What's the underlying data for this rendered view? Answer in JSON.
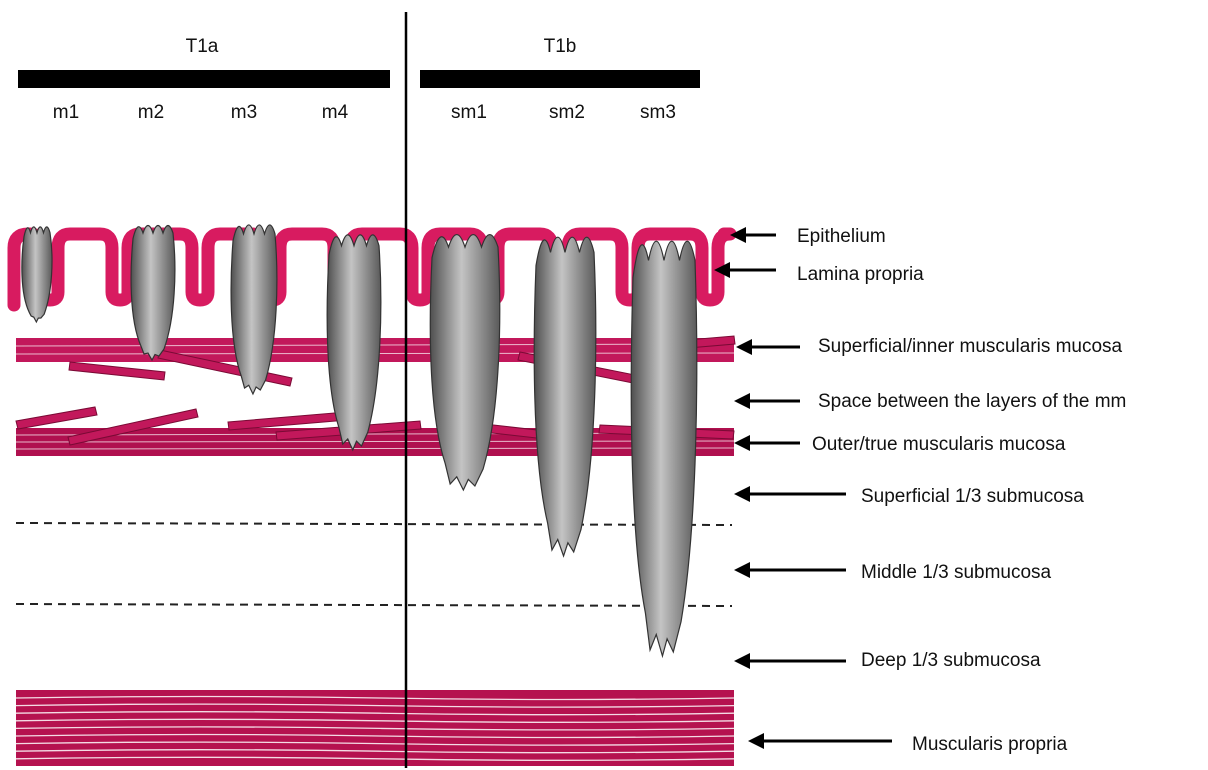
{
  "stages": [
    {
      "name": "T1a",
      "sublevels": [
        "m1",
        "m2",
        "m3",
        "m4"
      ]
    },
    {
      "name": "T1b",
      "sublevels": [
        "sm1",
        "sm2",
        "sm3"
      ]
    }
  ],
  "layers": [
    "Epithelium",
    "Lamina propria",
    "Superficial/inner muscularis mucosa",
    "Space between the layers of the mm",
    "Outer/true muscularis mucosa",
    "Superficial 1/3 submucosa",
    "Middle 1/3 submucosa",
    "Deep 1/3 submucosa",
    "Muscularis propria"
  ],
  "colors": {
    "mucosa": "#d81b60",
    "muscle_dark": "#b0104f",
    "propria": "#b5124f",
    "tumor_light": "#b8b8b8",
    "tumor_dark": "#5a5a5a",
    "line": "#000000"
  }
}
